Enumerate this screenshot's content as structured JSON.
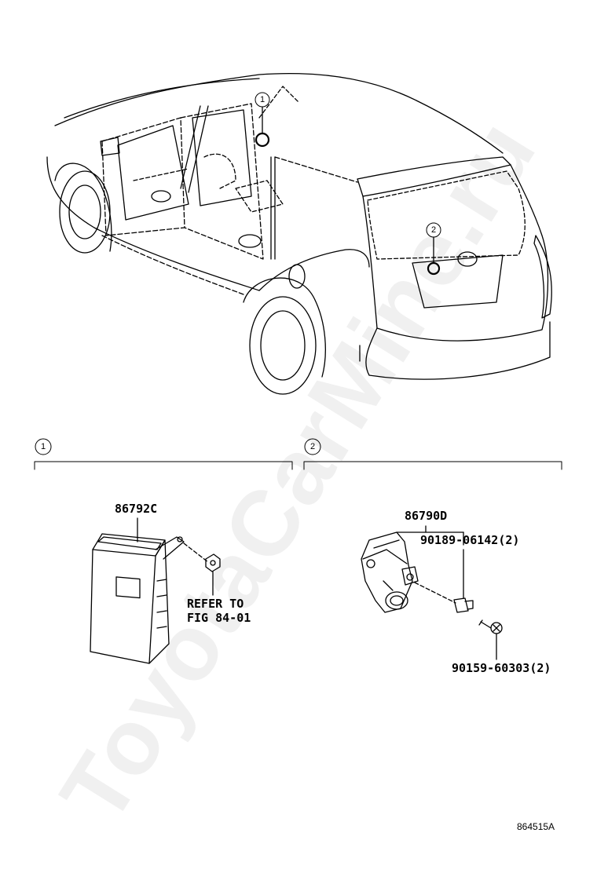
{
  "callouts": {
    "top_1": "1",
    "top_2": "2",
    "section_1": "1",
    "section_2": "2"
  },
  "section_1": {
    "part_number": "86792C",
    "note_line1": "REFER TO",
    "note_line2": "FIG 84-01"
  },
  "section_2": {
    "part_number": "86790D",
    "screw_part": "90189-06142(2)",
    "clip_part": "90159-60303(2)"
  },
  "figure_id": "864515A",
  "watermark": "ToyotaCarMine.ru",
  "colors": {
    "line": "#000000",
    "background": "#ffffff",
    "watermark": "#a0a0a0"
  },
  "icons": {
    "car": "hatchback-car-illustration",
    "ecu": "control-module-icon",
    "camera": "rear-camera-icon",
    "screw": "screw-icon",
    "clip": "clip-icon",
    "nut": "nut-icon"
  }
}
